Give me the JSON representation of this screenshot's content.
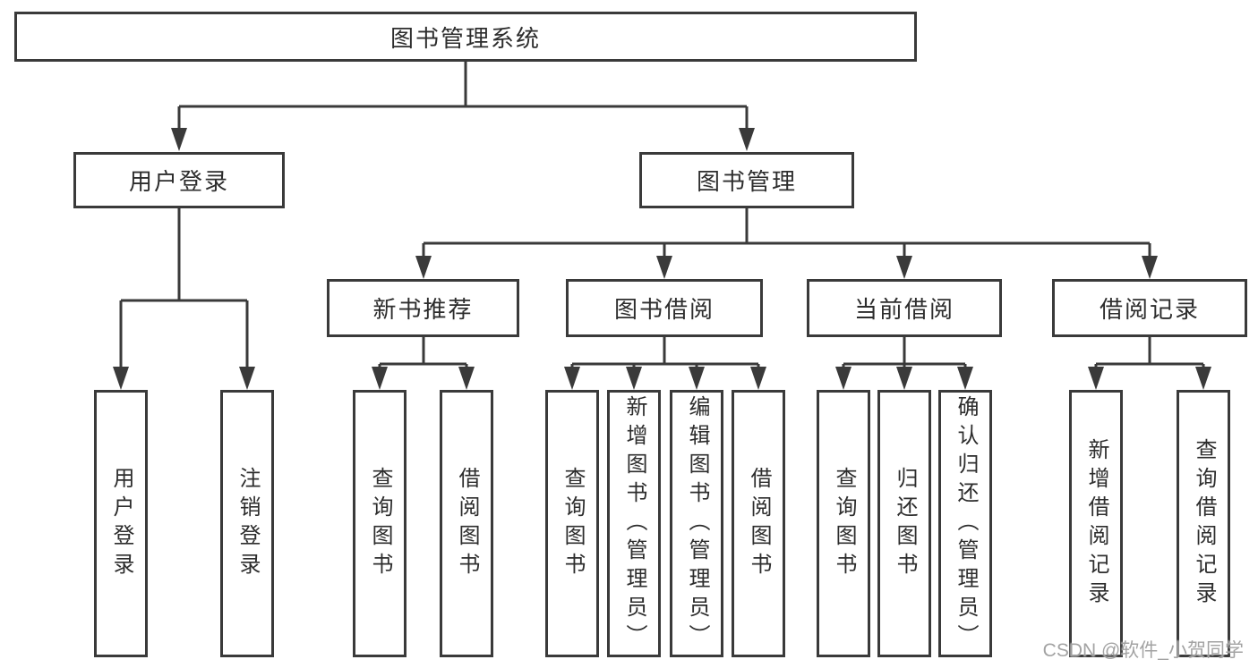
{
  "tree": {
    "label": "图书管理系统",
    "children": [
      {
        "label": "用户登录",
        "children": [
          {
            "label": "用户登录"
          },
          {
            "label": "注销登录"
          }
        ]
      },
      {
        "label": "图书管理",
        "children": [
          {
            "label": "新书推荐",
            "children": [
              {
                "label": "查询图书"
              },
              {
                "label": "借阅图书"
              }
            ]
          },
          {
            "label": "图书借阅",
            "children": [
              {
                "label": "查询图书"
              },
              {
                "label": "新增图书（管理员）"
              },
              {
                "label": "编辑图书（管理员）"
              },
              {
                "label": "借阅图书"
              }
            ]
          },
          {
            "label": "当前借阅",
            "children": [
              {
                "label": "查询图书"
              },
              {
                "label": "归还图书"
              },
              {
                "label": "确认归还（管理员）"
              }
            ]
          },
          {
            "label": "借阅记录",
            "children": [
              {
                "label": "新增借阅记录"
              },
              {
                "label": "查询借阅记录"
              }
            ]
          }
        ]
      }
    ]
  },
  "watermark": {
    "text": "CSDN @软件_小贺同学"
  },
  "colors": {
    "line": "#3a3a3a",
    "box_border": "#3a3a3a",
    "text": "#2d2d2d",
    "background": "#ffffff",
    "watermark": "#9e9e9e"
  }
}
